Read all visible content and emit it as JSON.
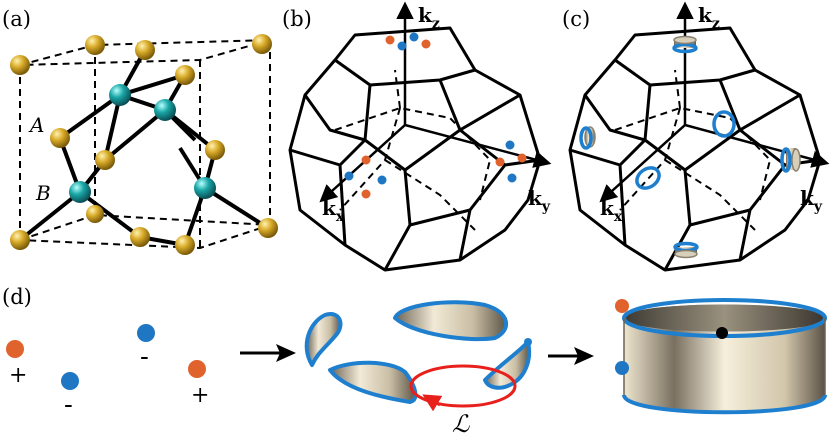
{
  "panels": {
    "a": {
      "label": "(a)",
      "site_a": "A",
      "site_b": "B"
    },
    "b": {
      "label": "(b)",
      "kx": "k",
      "kx_sub": "x",
      "ky": "k",
      "ky_sub": "y",
      "kz": "k",
      "kz_sub": "z"
    },
    "c": {
      "label": "(c)",
      "kx": "k",
      "kx_sub": "x",
      "ky": "k",
      "ky_sub": "y",
      "kz": "k",
      "kz_sub": "z"
    },
    "d": {
      "label": "(d)",
      "charges": [
        "+",
        "-",
        "-",
        "+"
      ],
      "loop_label": "ℒ"
    }
  },
  "colors": {
    "atom_gold": "#c9a227",
    "atom_teal": "#1a9e9e",
    "charge_orange": "#e0622c",
    "charge_blue": "#1f77c4",
    "surface_edge": "#1f7fcf",
    "loop_red": "#e8201c"
  }
}
